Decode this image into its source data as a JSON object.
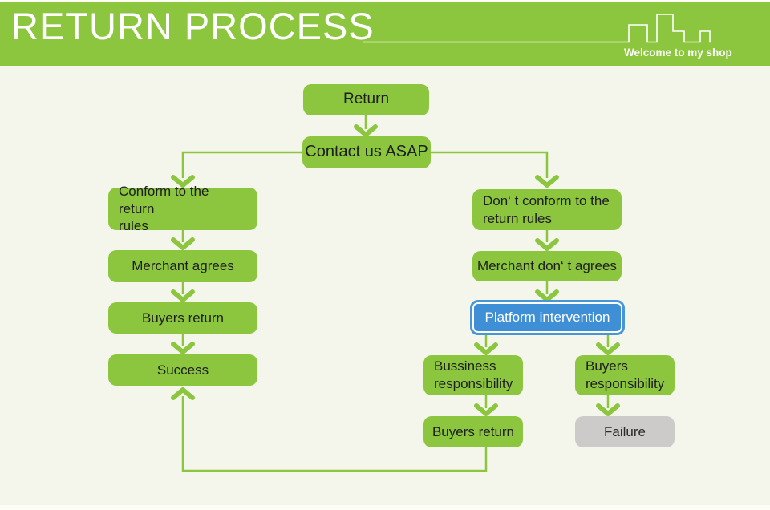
{
  "header": {
    "title": "RETURN PROCESS",
    "tagline": "Welcome to my shop"
  },
  "colors": {
    "header_green": "#8CC63F",
    "node_green": "#8CC63F",
    "node_blue": "#3E8FD5",
    "node_blue_border": "#4796D8",
    "node_gray": "#CCCBCA",
    "connector_green": "#8CC63F",
    "background": "#F4F6EC",
    "node_text": "#1E1E1E",
    "light_text": "#FFFFFF"
  },
  "flowchart": {
    "nodes": {
      "return": "Return",
      "contact": "Contact us ASAP",
      "conform": "Conform to the return\nrules",
      "merchant_agrees": "Merchant agrees",
      "buyers_return_left": "Buyers return",
      "success": "Success",
      "dont_conform": "Don‘ t conform to the\nreturn rules",
      "merchant_dont_agree": "Merchant don‘ t agrees",
      "platform": "Platform intervention",
      "business_resp": "Bussiness\nresponsibility",
      "buyers_resp": "Buyers\nresponsibility",
      "buyers_return_right": "Buyers return",
      "failure": "Failure"
    },
    "edges": [
      [
        "return",
        "contact"
      ],
      [
        "contact",
        "conform"
      ],
      [
        "contact",
        "dont_conform"
      ],
      [
        "conform",
        "merchant_agrees"
      ],
      [
        "merchant_agrees",
        "buyers_return_left"
      ],
      [
        "buyers_return_left",
        "success"
      ],
      [
        "dont_conform",
        "merchant_dont_agree"
      ],
      [
        "merchant_dont_agree",
        "platform"
      ],
      [
        "platform",
        "business_resp"
      ],
      [
        "platform",
        "buyers_resp"
      ],
      [
        "business_resp",
        "buyers_return_right"
      ],
      [
        "buyers_resp",
        "failure"
      ],
      [
        "buyers_return_right",
        "success"
      ]
    ]
  }
}
